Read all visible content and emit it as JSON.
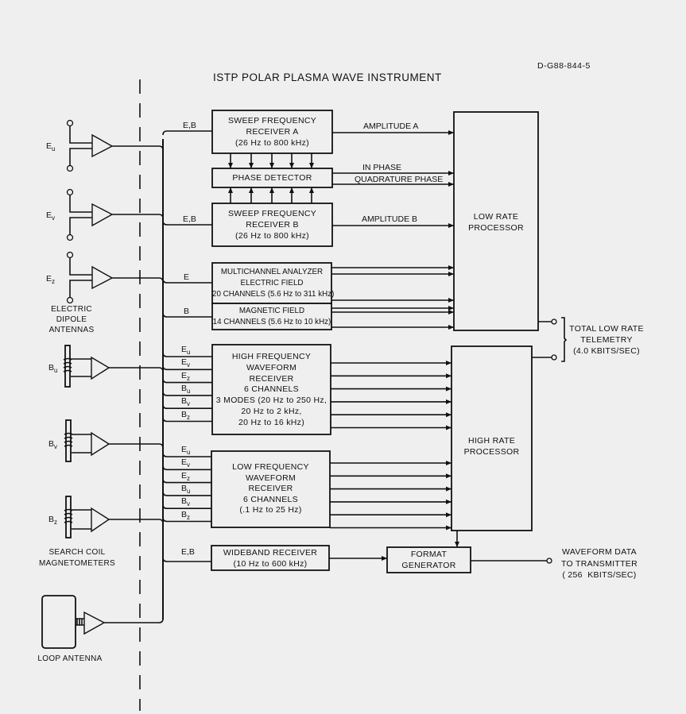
{
  "header": {
    "title": "ISTP POLAR PLASMA WAVE INSTRUMENT",
    "document_id": "D-G88-844-5"
  },
  "antennas": {
    "electric": {
      "caption": "ELECTRIC\nDIPOLE\nANTENNAS",
      "items": [
        {
          "base": "E",
          "sub": "u"
        },
        {
          "base": "E",
          "sub": "v"
        },
        {
          "base": "E",
          "sub": "z"
        }
      ]
    },
    "magnetic": {
      "caption": "SEARCH COIL\nMAGNETOMETERS",
      "items": [
        {
          "base": "B",
          "sub": "u"
        },
        {
          "base": "B",
          "sub": "v"
        },
        {
          "base": "B",
          "sub": "z"
        }
      ]
    },
    "loop": {
      "caption": "LOOP ANTENNA"
    }
  },
  "blocks": {
    "sfr_a": "SWEEP FREQUENCY\nRECEIVER A\n(26 Hz to 800 kHz)",
    "phase_detector": "PHASE DETECTOR",
    "sfr_b": "SWEEP FREQUENCY\nRECEIVER B\n(26 Hz to 800 kHz)",
    "mca_electric": "MULTICHANNEL ANALYZER\nELECTRIC FIELD\n20 CHANNELS (5.6 Hz to 311 kHz)",
    "mca_magnetic": "MAGNETIC FIELD\n14 CHANNELS (5.6 Hz to 10 kHz)",
    "hfwr": "HIGH FREQUENCY\nWAVEFORM\nRECEIVER\n6 CHANNELS\n3 MODES (20 Hz to 250 Hz,\n20 Hz to 2 kHz,\n20 Hz to 16 kHz)",
    "lfwr": "LOW FREQUENCY\nWAVEFORM\nRECEIVER\n6 CHANNELS\n(.1 Hz to 25 Hz)",
    "wideband": "WIDEBAND RECEIVER\n(10 Hz to 600 kHz)",
    "format_generator": "FORMAT\nGENERATOR",
    "low_rate_processor": "LOW RATE\nPROCESSOR",
    "high_rate_processor": "HIGH RATE\nPROCESSOR"
  },
  "input_labels": {
    "sfr_a": "E,B",
    "sfr_b": "E,B",
    "mca_electric": "E",
    "mca_magnetic": "B",
    "wideband": "E,B",
    "waveform_channels": [
      {
        "base": "E",
        "sub": "u"
      },
      {
        "base": "E",
        "sub": "v"
      },
      {
        "base": "E",
        "sub": "z"
      },
      {
        "base": "B",
        "sub": "u"
      },
      {
        "base": "B",
        "sub": "v"
      },
      {
        "base": "B",
        "sub": "z"
      }
    ]
  },
  "signal_labels": {
    "amplitude_a": "AMPLITUDE A",
    "in_phase": "IN PHASE",
    "quadrature_phase": "QUADRATURE PHASE",
    "amplitude_b": "AMPLITUDE B"
  },
  "outputs": {
    "telemetry": "TOTAL LOW RATE\nTELEMETRY\n(4.0 KBITS/SEC)",
    "waveform_data": "WAVEFORM DATA\nTO TRANSMITTER\n( 256  KBITS/SEC)"
  }
}
